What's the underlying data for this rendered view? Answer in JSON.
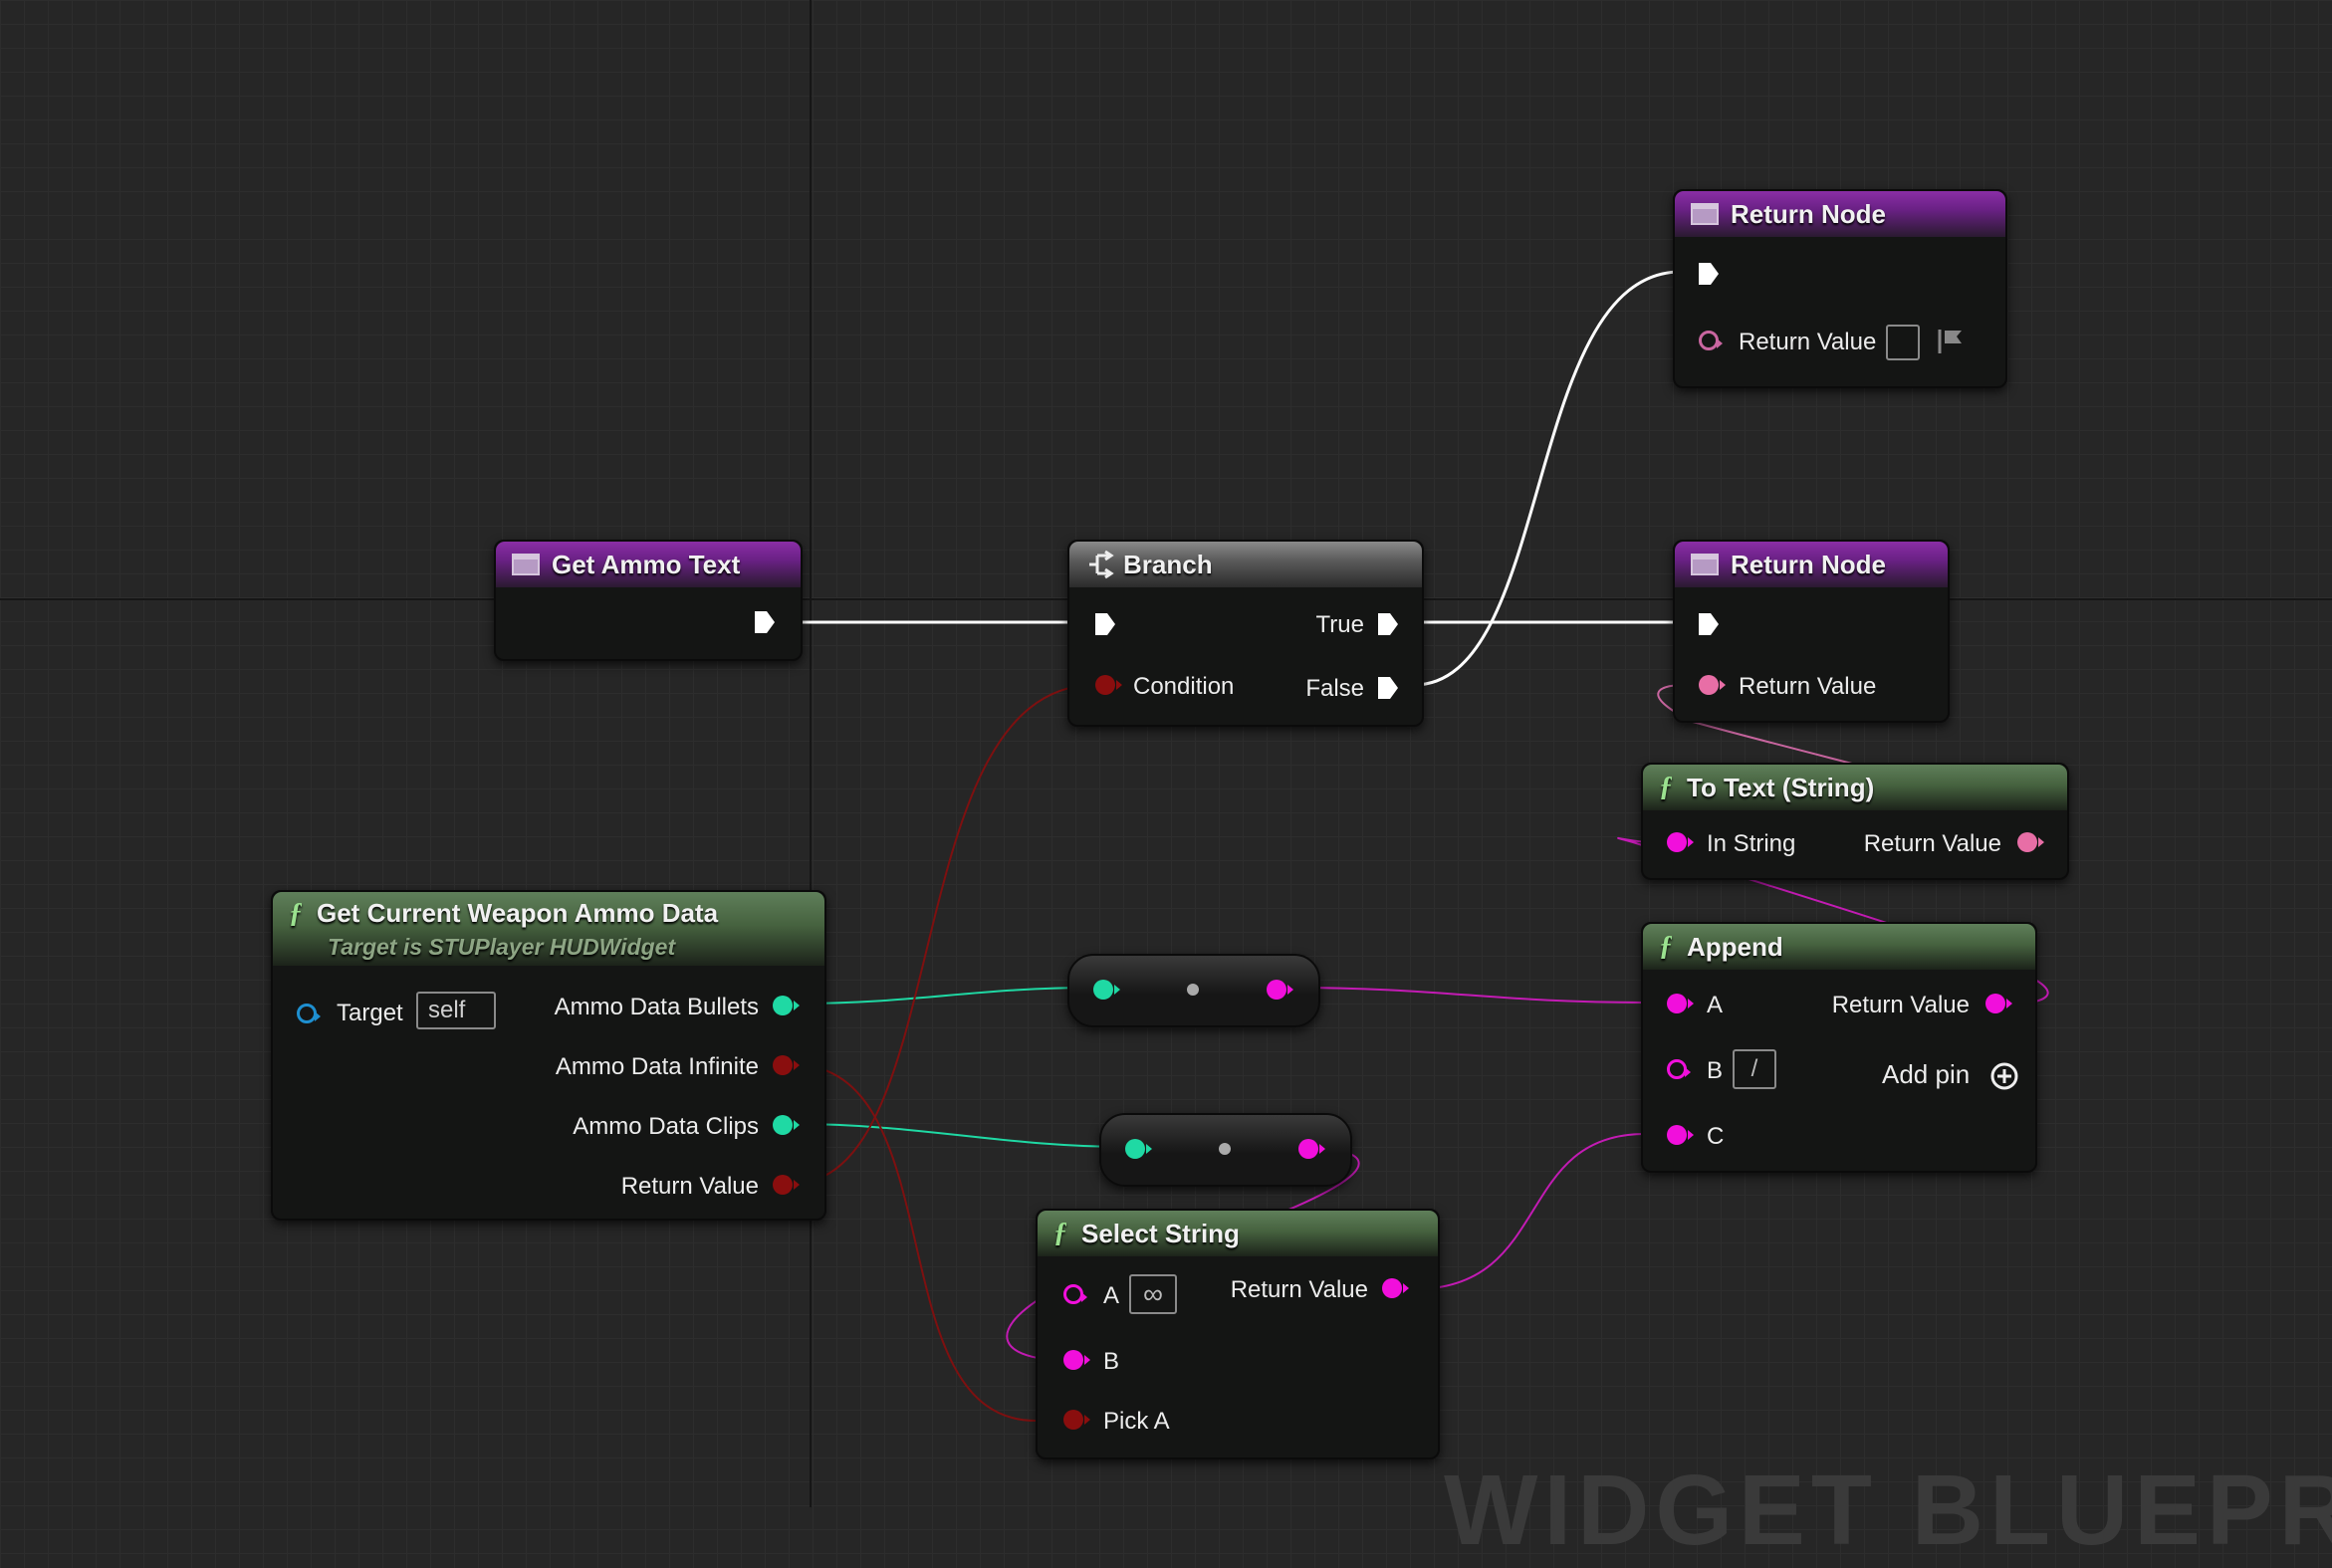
{
  "watermark": "WIDGET BLUEPRI",
  "colors": {
    "exec": "#ffffff",
    "string": "#f10fdc",
    "text": "#e86ea6",
    "struct_int": "#1fd9a4",
    "bool": "#8a0e0e",
    "object": "#1e8fd0"
  },
  "nodes": {
    "get_ammo_text": {
      "title": "Get Ammo Text"
    },
    "branch": {
      "title": "Branch",
      "true_label": "True",
      "condition_label": "Condition",
      "false_label": "False"
    },
    "return_node_top": {
      "title": "Return Node",
      "return_label": "Return Value"
    },
    "return_node_mid": {
      "title": "Return Node",
      "return_label": "Return Value"
    },
    "to_text": {
      "title": "To Text (String)",
      "in_label": "In String",
      "out_label": "Return Value"
    },
    "get_weapon_ammo": {
      "title": "Get Current Weapon Ammo Data",
      "subtitle": "Target is STUPlayer HUDWidget",
      "target_label": "Target",
      "target_value": "self",
      "out_bullets": "Ammo Data Bullets",
      "out_infinite": "Ammo Data Infinite",
      "out_clips": "Ammo Data Clips",
      "out_return": "Return Value"
    },
    "append": {
      "title": "Append",
      "a_label": "A",
      "b_label": "B",
      "b_value": "/",
      "c_label": "C",
      "out_label": "Return Value",
      "add_pin_label": "Add pin"
    },
    "select_string": {
      "title": "Select String",
      "a_label": "A",
      "a_value": "∞",
      "b_label": "B",
      "pick_label": "Pick A",
      "out_label": "Return Value"
    }
  }
}
